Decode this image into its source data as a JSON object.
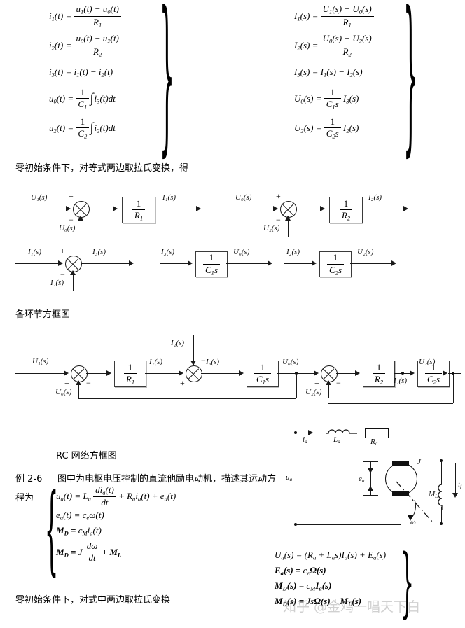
{
  "equations_time": {
    "lines": [
      {
        "lhs": "i₁(t) =",
        "type": "frac",
        "num": "u₁(t) − u₀(t)",
        "den": "R₁"
      },
      {
        "lhs": "i₂(t) =",
        "type": "frac",
        "num": "u₀(t) − u₂(t)",
        "den": "R₂"
      },
      {
        "lhs": "i₃(t) =",
        "type": "plain",
        "rhs": "i₁(t) − i₂(t)"
      },
      {
        "lhs": "u₀(t) =",
        "type": "int",
        "num": "1",
        "den": "C₁",
        "integrand": "i₃(t)dt"
      },
      {
        "lhs": "u₂(t) =",
        "type": "int",
        "num": "1",
        "den": "C₂",
        "integrand": "i₂(t)dt"
      }
    ]
  },
  "equations_laplace": {
    "lines": [
      {
        "lhs": "I₁(s) =",
        "type": "frac",
        "num": "U₁(s) − U₀(s)",
        "den": "R₁"
      },
      {
        "lhs": "I₂(s) =",
        "type": "frac",
        "num": "U₀(s) − U₂(s)",
        "den": "R₂"
      },
      {
        "lhs": "I₃(s) =",
        "type": "plain",
        "rhs": "I₁(s) − I₂(s)"
      },
      {
        "lhs": "U₀(s) =",
        "type": "frac_mul",
        "num": "1",
        "den": "C₁s",
        "tail": "I₃(s)"
      },
      {
        "lhs": "U₂(s) =",
        "type": "frac_mul",
        "num": "1",
        "den": "C₂s",
        "tail": "I₂(s)"
      }
    ]
  },
  "text": {
    "note_zero_initial": "零初始条件下，对等式两边取拉氏变换，得",
    "caption_elements": "各环节方框图",
    "caption_rc": "RC 网络方框图",
    "example_label": "例 2-6",
    "example_body": "图中为电枢电压控制的直流他励电动机，描述其运动方",
    "example_body2": "程为",
    "note_zero_initial2": "零初始条件下，对式中两边取拉氏变换",
    "watermark": "知乎 @金鸡一唱天下白"
  },
  "diagrams": {
    "row1": [
      {
        "name": "block-diagram-r1-left",
        "input_label": "U₁(s)",
        "feedback_label": "U₀(s)",
        "sign_plus": "+",
        "sign_minus": "−",
        "block_num": "1",
        "block_den": "R₁",
        "output_label": "I₁(s)"
      },
      {
        "name": "block-diagram-r1-right",
        "input_label": "U₀(s)",
        "feedback_label": "U₂(s)",
        "sign_plus": "+",
        "sign_minus": "−",
        "block_num": "1",
        "block_den": "R₂",
        "output_label": "I₂(s)"
      }
    ],
    "row2": [
      {
        "name": "block-diagram-r2-sum",
        "input_label": "I₁(s)",
        "feedback_label": "I₂(s)",
        "sign_plus": "+",
        "sign_minus": "−",
        "output_label": "I₃(s)"
      },
      {
        "name": "block-diagram-r2-c1",
        "input_label": "I₃(s)",
        "block_num": "1",
        "block_den": "C₁s",
        "output_label": "U₀(s)"
      },
      {
        "name": "block-diagram-r2-c2",
        "input_label": "I₂(s)",
        "block_num": "1",
        "block_den": "C₂s",
        "output_label": "U₂(s)"
      }
    ],
    "full": {
      "name": "rc-network-block-diagram",
      "input_label": "U₁(s)",
      "sum1_plus": "+",
      "sum1_minus": "−",
      "feedback1_label": "U₀(s)",
      "block1_num": "1",
      "block1_den": "R₁",
      "signal_i1": "I₁(s)",
      "sum2_plus": "+",
      "sum2_minus": "−",
      "branch_i2_label": "I₂(s)",
      "signal_i3": "I₃(s)",
      "block2_num": "1",
      "block2_den": "C₁s",
      "signal_u0": "U₀(s)",
      "sum3_plus": "+",
      "sum3_minus": "−",
      "feedback2_label": "U₂(s)",
      "block3_num": "1",
      "block3_den": "R₂",
      "signal_i2": "I₂(s)",
      "block4_num": "1",
      "block4_den": "C₂s",
      "output_label": "U₂(s)"
    }
  },
  "motor_circuit": {
    "name": "dc-motor-schematic",
    "labels": {
      "current_armature": "iₐ",
      "inductor": "Lₐ",
      "resistor": "Rₐ",
      "source": "uₐ",
      "back_emf": "eₐ",
      "inertia": "J",
      "load_torque": "M_L",
      "omega": "ω",
      "field_current": "i_f"
    }
  },
  "motor_equations_time": {
    "lines": [
      {
        "lhs": "uₐ(t) =",
        "rhs": "Lₐ · diₐ(t)/dt + Rₐiₐ(t) + eₐ(t)"
      },
      {
        "lhs": "eₐ(t) =",
        "rhs": "c_e ω(t)"
      },
      {
        "lhs": "M_D =",
        "rhs": "c_M iₐ(t)"
      },
      {
        "lhs": "M_D =",
        "rhs": "J dω/dt + M_L"
      }
    ]
  },
  "motor_equations_laplace": {
    "lines": [
      "Uₐ(s) = (Rₐ + Lₐs)Iₐ(s) + Eₐ(s)",
      "Eₐ(s) = c_e Ω(s)",
      "M_D(s) = c_M Iₐ(s)",
      "M_D(s) = JsΩ(s) + M_L(s)"
    ]
  }
}
